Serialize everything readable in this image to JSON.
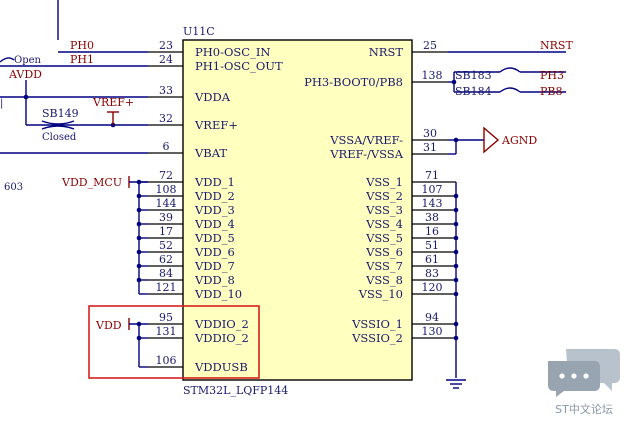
{
  "component": {
    "ref": "U11C",
    "part": "STM32L_LQFP144",
    "body_color": "#ffffc0",
    "pins_left": [
      {
        "num": "23",
        "name": "PH0-OSC_IN"
      },
      {
        "num": "24",
        "name": "PH1-OSC_OUT"
      },
      {
        "num": "33",
        "name": "VDDA"
      },
      {
        "num": "32",
        "name": "VREF+"
      },
      {
        "num": "6",
        "name": "VBAT"
      },
      {
        "num": "72",
        "name": "VDD_1"
      },
      {
        "num": "108",
        "name": "VDD_2"
      },
      {
        "num": "144",
        "name": "VDD_3"
      },
      {
        "num": "39",
        "name": "VDD_4"
      },
      {
        "num": "17",
        "name": "VDD_5"
      },
      {
        "num": "52",
        "name": "VDD_6"
      },
      {
        "num": "62",
        "name": "VDD_7"
      },
      {
        "num": "84",
        "name": "VDD_8"
      },
      {
        "num": "121",
        "name": "VDD_10"
      },
      {
        "num": "95",
        "name": "VDDIO_2"
      },
      {
        "num": "131",
        "name": "VDDIO_2"
      },
      {
        "num": "106",
        "name": "VDDUSB"
      }
    ],
    "pins_right": [
      {
        "num": "25",
        "name": "NRST"
      },
      {
        "num": "138",
        "name": "PH3-BOOT0/PB8"
      },
      {
        "num": "30",
        "name": "VSSA/VREF-"
      },
      {
        "num": "31",
        "name": "VREF-/VSSA"
      },
      {
        "num": "71",
        "name": "VSS_1"
      },
      {
        "num": "107",
        "name": "VSS_2"
      },
      {
        "num": "143",
        "name": "VSS_3"
      },
      {
        "num": "38",
        "name": "VSS_4"
      },
      {
        "num": "16",
        "name": "VSS_5"
      },
      {
        "num": "51",
        "name": "VSS_6"
      },
      {
        "num": "61",
        "name": "VSS_7"
      },
      {
        "num": "83",
        "name": "VSS_8"
      },
      {
        "num": "120",
        "name": "VSS_10"
      },
      {
        "num": "94",
        "name": "VSSIO_1"
      },
      {
        "num": "130",
        "name": "VSSIO_2"
      }
    ]
  },
  "nets": {
    "ph0": "PH0",
    "ph1": "PH1",
    "open": "Open",
    "avdd": "AVDD",
    "sb149": "SB149",
    "vref_plus": "VREF+",
    "closed": "Closed",
    "vdd_mcu": "VDD_MCU",
    "vdd": "VDD",
    "left_fragment": "603",
    "nrst_right": "NRST",
    "sb183": "SB183",
    "sb184": "SB184",
    "ph3": "PH3",
    "pb8": "PB8",
    "agnd": "AGND"
  },
  "watermark": {
    "text": "ST中文论坛",
    "color": "#8a97a6"
  },
  "colors": {
    "wire": "#000080",
    "net_label": "#8b0000",
    "highlight_box": "#d62020",
    "text": "#1a1a6e"
  }
}
